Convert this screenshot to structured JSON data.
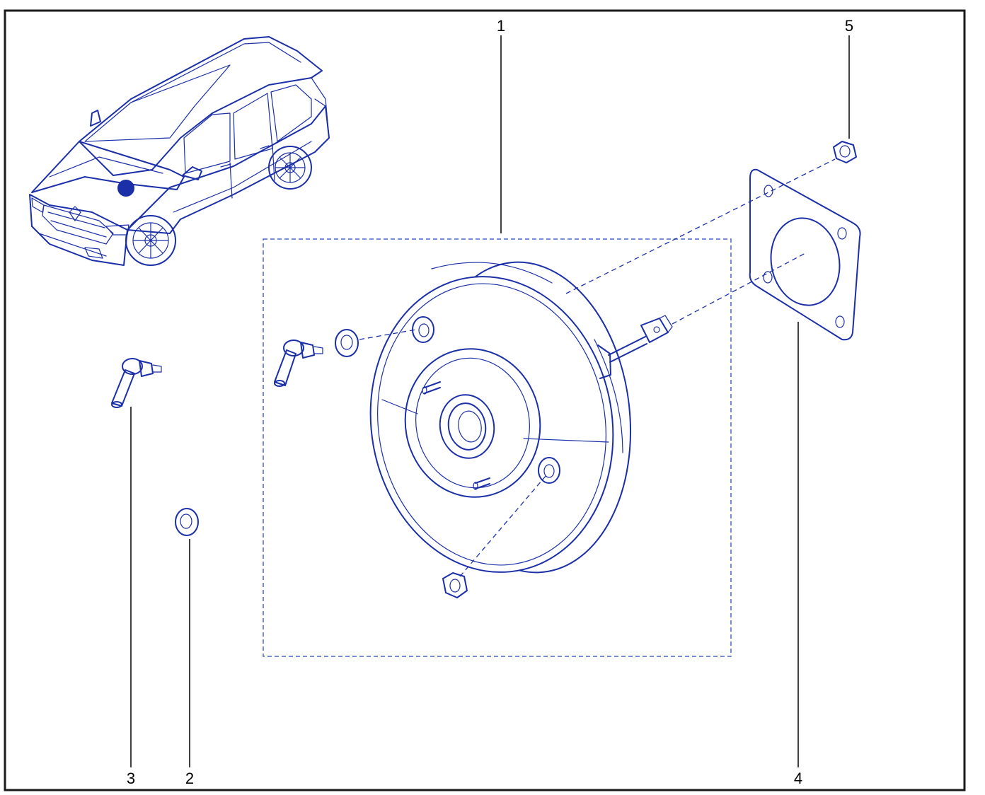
{
  "diagram": {
    "callouts": [
      {
        "id": "1",
        "label": "1"
      },
      {
        "id": "2",
        "label": "2"
      },
      {
        "id": "3",
        "label": "3"
      },
      {
        "id": "4",
        "label": "4"
      },
      {
        "id": "5",
        "label": "5"
      }
    ]
  },
  "colors": {
    "ink": "#1a2fa8",
    "frame": "#1a1a1a",
    "background": "#ffffff"
  }
}
